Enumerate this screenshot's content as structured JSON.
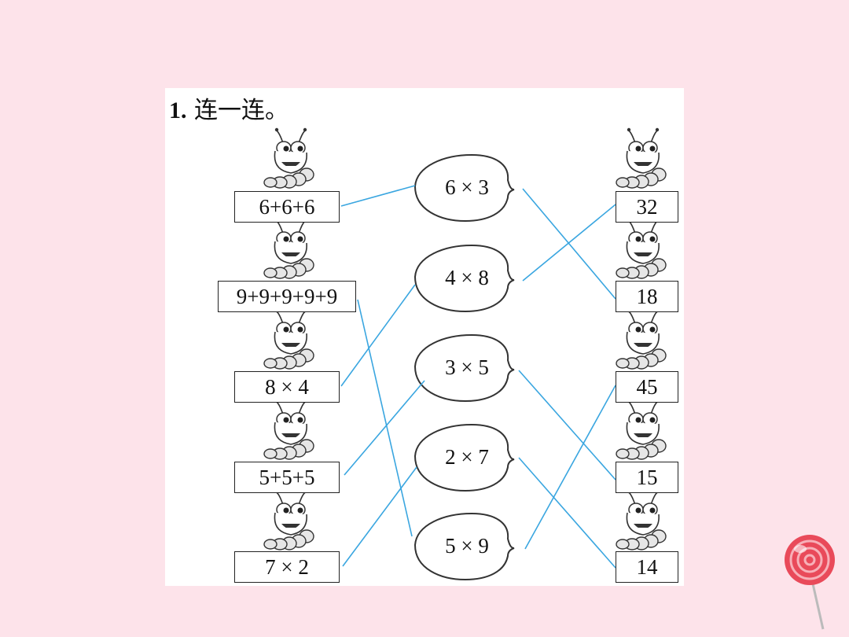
{
  "exercise": {
    "number": "1.",
    "instruction": "连一连。"
  },
  "left_expressions": [
    "6+6+6",
    "9+9+9+9+9",
    "8 × 4",
    "5+5+5",
    "7 × 2"
  ],
  "middle_products": [
    "6 × 3",
    "4 × 8",
    "3 × 5",
    "2 × 7",
    "5 × 9"
  ],
  "right_results": [
    "32",
    "18",
    "45",
    "15",
    "14"
  ],
  "connections": {
    "left_to_middle": [
      [
        0,
        0
      ],
      [
        1,
        4
      ],
      [
        2,
        1
      ],
      [
        3,
        2
      ],
      [
        4,
        3
      ]
    ],
    "middle_to_right": [
      [
        0,
        1
      ],
      [
        1,
        0
      ],
      [
        2,
        3
      ],
      [
        3,
        4
      ],
      [
        4,
        2
      ]
    ]
  },
  "colors": {
    "background": "#fde3ea",
    "line": "#3aa6e0",
    "lollipop": "#e94a5a"
  },
  "decorations": [
    "caterpillar-icon",
    "leaf-icon",
    "lollipop-icon"
  ]
}
